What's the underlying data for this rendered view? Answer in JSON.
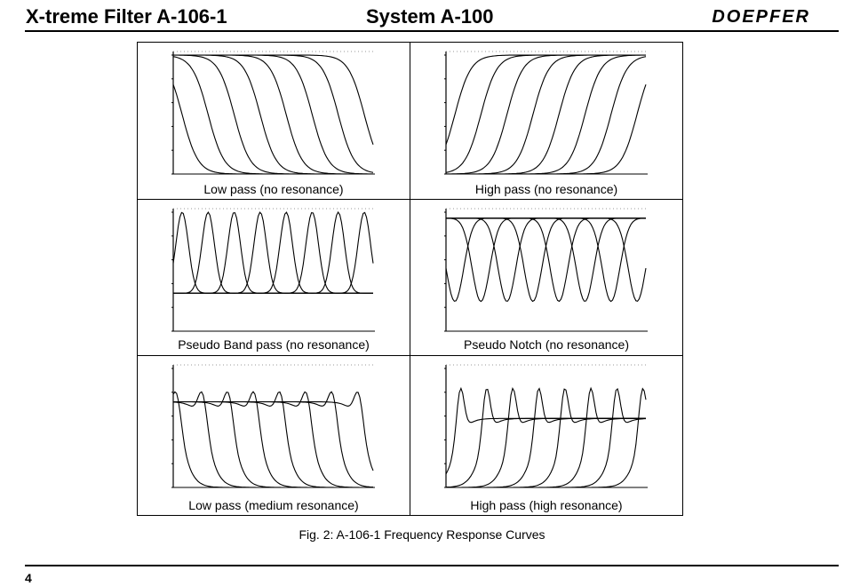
{
  "header": {
    "left_title": "X-treme Filter A-106-1",
    "center_title": "System A-100",
    "brand": "DOEPFER"
  },
  "panels": [
    {
      "label": "Low pass (no resonance)",
      "kind": "lowpass",
      "curves": 8
    },
    {
      "label": "High pass (no resonance)",
      "kind": "highpass",
      "curves": 8
    },
    {
      "label": "Pseudo Band pass (no resonance)",
      "kind": "bandpass",
      "curves": 8
    },
    {
      "label": "Pseudo Notch (no resonance)",
      "kind": "notch",
      "curves": 8
    },
    {
      "label": "Low pass (medium resonance)",
      "kind": "lowpass-res",
      "curves": 8
    },
    {
      "label": "High pass (high resonance)",
      "kind": "highpass-res",
      "curves": 8
    }
  ],
  "caption": "Fig. 2: A-106-1 Frequency Response Curves",
  "footer": {
    "page_number": "4"
  }
}
